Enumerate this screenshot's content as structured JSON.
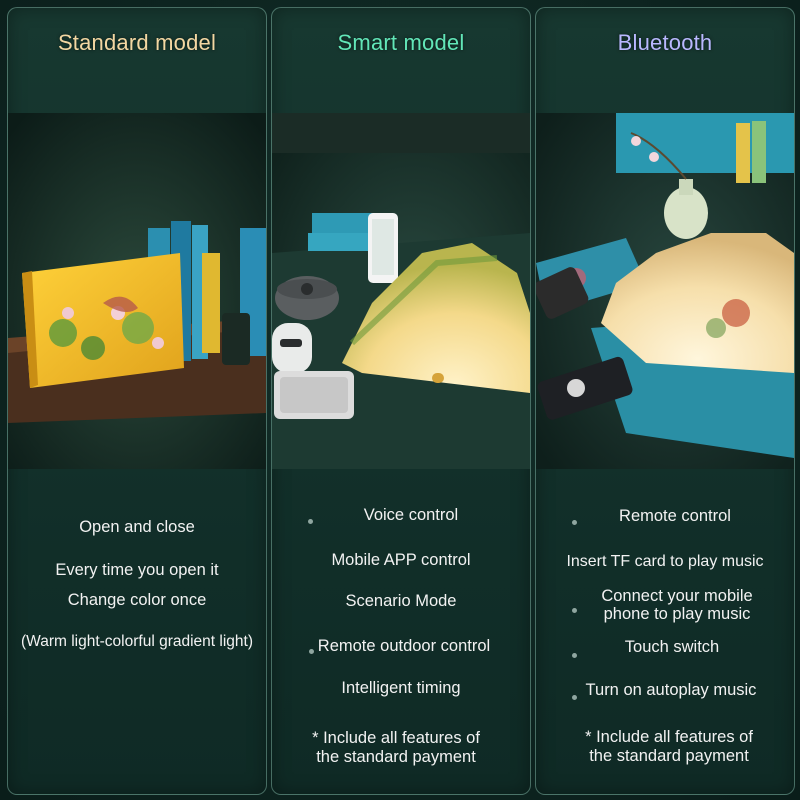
{
  "columns": [
    {
      "title": "Standard model",
      "features": [
        "Open and close",
        "Every time you open it",
        "Change color once",
        "(Warm light-colorful gradient light)"
      ]
    },
    {
      "title": "Smart model",
      "features": [
        "Voice control",
        "Mobile APP control",
        "Scenario Mode",
        "Remote outdoor control",
        "Intelligent timing"
      ],
      "note_line1": "* Include all features of",
      "note_line2": "the standard payment"
    },
    {
      "title": "Bluetooth",
      "features": [
        "Remote control",
        "Insert TF card to play music",
        "Connect your mobile",
        "phone to play music",
        "Touch switch",
        "Turn on autoplay music"
      ],
      "note_line1": "* Include all features of",
      "note_line2": "the standard payment"
    }
  ],
  "colors": {
    "title_standard": "#f3d7a2",
    "title_smart": "#62e6b8",
    "title_bluetooth": "#b9b8ff",
    "background": "#0d2420"
  }
}
